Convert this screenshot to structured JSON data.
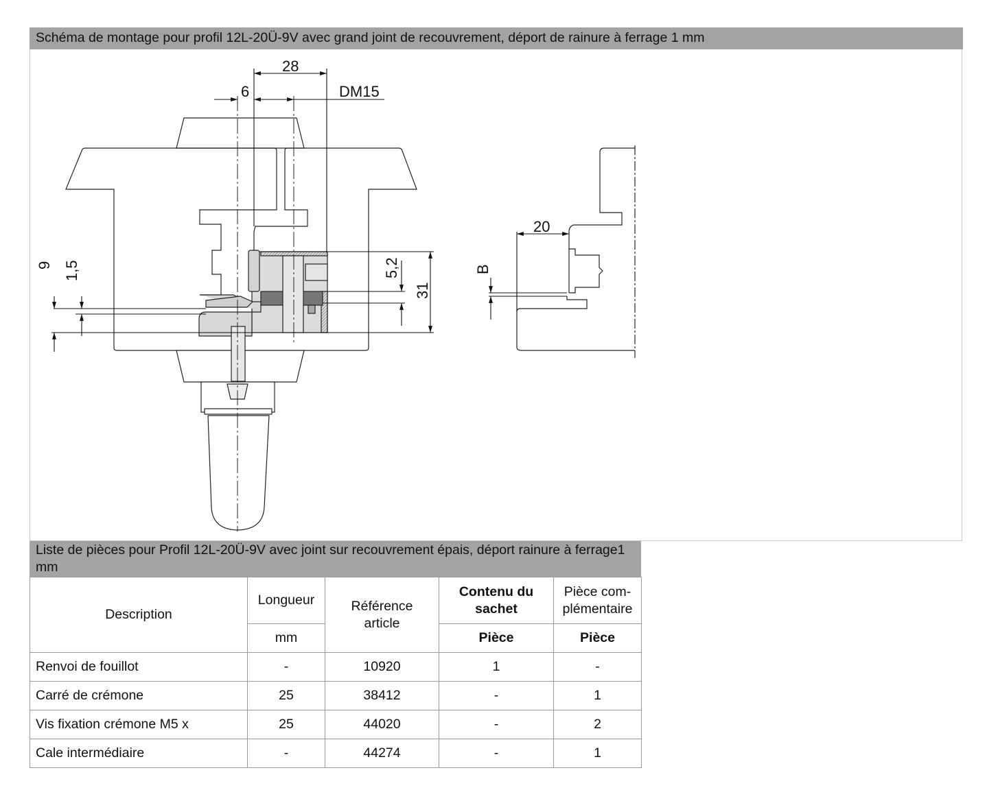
{
  "section1": {
    "title": "Schéma de montage pour profil 12L-20Ü-9V avec grand joint de recouvrement, déport de rainure à ferrage 1 mm",
    "dimensions": {
      "d28": "28",
      "d6": "6",
      "dm15": "DM15",
      "d9": "9",
      "d1_5": "1,5",
      "d5_2": "5,2",
      "d31": "31",
      "d20": "20",
      "dB": "B"
    }
  },
  "section2": {
    "title": "Liste de pièces pour Profil 12L-20Ü-9V avec joint sur recouvrement épais, déport rainure à ferrage1 mm",
    "headers": {
      "description": "Description",
      "longueur": "Longueur",
      "longueur_unit": "mm",
      "reference": "Référence article",
      "contenu": "Contenu du sachet",
      "contenu_unit": "Pièce",
      "complementaire": "Pièce com-plémentaire",
      "complementaire_unit": "Pièce"
    },
    "rows": [
      {
        "description": "Renvoi de fouillot",
        "longueur": "-",
        "reference": "10920",
        "contenu": "1",
        "complementaire": "-"
      },
      {
        "description": "Carré de crémone",
        "longueur": "25",
        "reference": "38412",
        "contenu": "-",
        "complementaire": "1"
      },
      {
        "description": "Vis fixation crémone M5 x",
        "longueur": "25",
        "reference": "44020",
        "contenu": "-",
        "complementaire": "2"
      },
      {
        "description": "Cale intermédiaire",
        "longueur": "-",
        "reference": "44274",
        "contenu": "-",
        "complementaire": "1"
      }
    ]
  }
}
